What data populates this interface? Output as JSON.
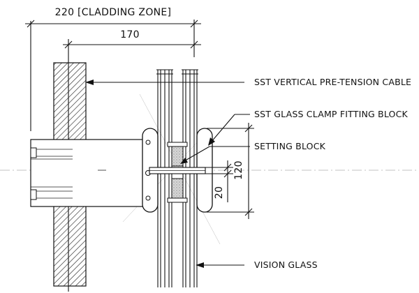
{
  "dimensions": {
    "cladding_zone": "220 [CLADDING ZONE]",
    "offset": "170",
    "block_depth": "120",
    "gap": "20"
  },
  "labels": {
    "cable": "SST VERTICAL PRE-TENSION CABLE",
    "clamp": "SST GLASS CLAMP FITTING BLOCK",
    "setting_block": "SETTING BLOCK",
    "glass": "VISION GLASS"
  }
}
